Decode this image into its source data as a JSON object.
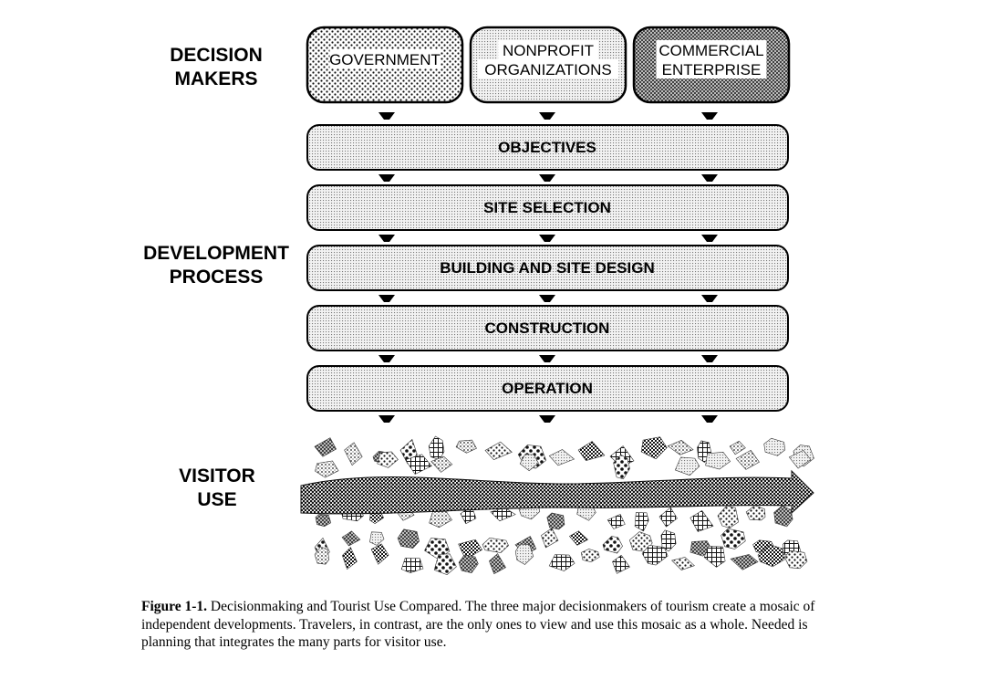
{
  "decision_makers_label": "DECISION\nMAKERS",
  "development_process_label": "DEVELOPMENT\nPROCESS",
  "visitor_use_label": "VISITOR\nUSE",
  "decision_makers": [
    {
      "lines": [
        "GOVERNMENT"
      ],
      "pattern": "dots"
    },
    {
      "lines": [
        "NONPROFIT",
        "ORGANIZATIONS"
      ],
      "pattern": "fine"
    },
    {
      "lines": [
        "COMMERCIAL",
        "ENTERPRISE"
      ],
      "pattern": "cross"
    }
  ],
  "process_steps": [
    "OBJECTIVES",
    "SITE SELECTION",
    "BUILDING AND SITE DESIGN",
    "CONSTRUCTION",
    "OPERATION"
  ],
  "caption": {
    "figure_label": "Figure 1-1.",
    "text": "Decisionmaking and Tourist Use Compared. The three major decisionmakers of tourism create a mosaic of independent developments. Travelers, in contrast, are the only ones to view and use this mosaic as a whole. Needed is planning that integrates the many parts for visitor use."
  }
}
